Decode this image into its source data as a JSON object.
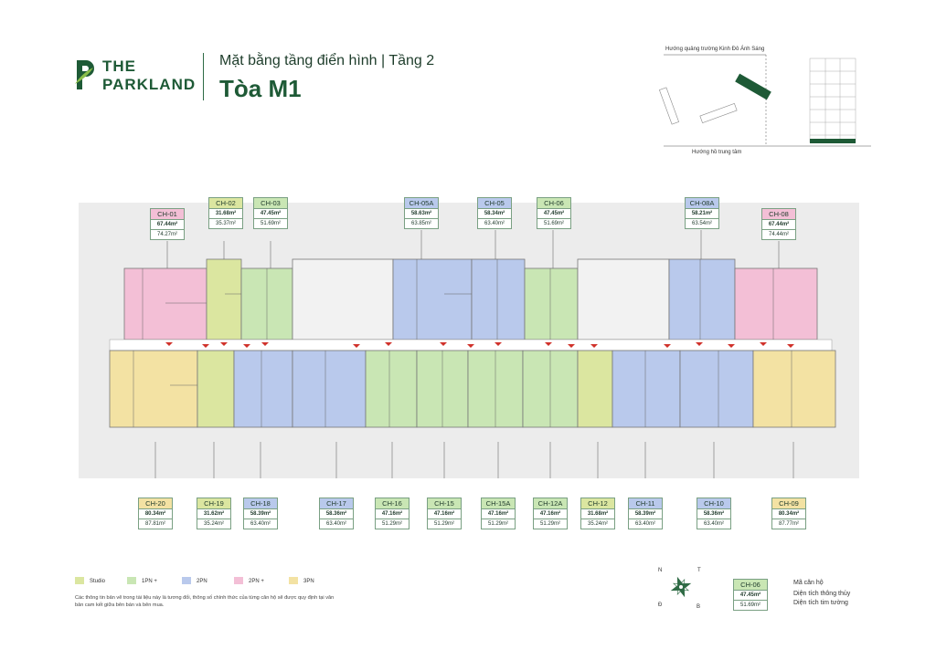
{
  "header": {
    "logo_line1": "THE",
    "logo_line2": "PARKLAND",
    "subtitle": "Mặt bằng tầng điển hình | Tầng 2",
    "title": "Tòa M1"
  },
  "keyplan": {
    "top_label": "Hướng quảng trường Kinh Đô Ánh Sáng",
    "bottom_label": "Hướng hồ trung tâm"
  },
  "colors": {
    "studio": "#dbe6a0",
    "1pn": "#c9e6b4",
    "2pn": "#b9c9ec",
    "2pn_plus": "#f3bfd6",
    "3pn": "#f3e2a3",
    "brand": "#1e5a36"
  },
  "units_top": [
    {
      "code": "CH-01",
      "area1": "67.44m²",
      "area2": "74.27m²",
      "type": "2pnp"
    },
    {
      "code": "CH-02",
      "area1": "31.68m²",
      "area2": "35.37m²",
      "type": "studio"
    },
    {
      "code": "CH-03",
      "area1": "47.45m²",
      "area2": "51.69m²",
      "type": "1pn"
    },
    {
      "code": "CH-05A",
      "area1": "58.63m²",
      "area2": "63.85m²",
      "type": "2pn"
    },
    {
      "code": "CH-05",
      "area1": "58.34m²",
      "area2": "63.40m²",
      "type": "2pn"
    },
    {
      "code": "CH-06",
      "area1": "47.45m²",
      "area2": "51.69m²",
      "type": "1pn"
    },
    {
      "code": "CH-08A",
      "area1": "58.21m²",
      "area2": "63.54m²",
      "type": "2pn"
    },
    {
      "code": "CH-08",
      "area1": "67.44m²",
      "area2": "74.44m²",
      "type": "2pnp"
    }
  ],
  "units_bottom": [
    {
      "code": "CH-20",
      "area1": "80.34m²",
      "area2": "87.81m²",
      "type": "3pn"
    },
    {
      "code": "CH-19",
      "area1": "31.62m²",
      "area2": "35.24m²",
      "type": "studio"
    },
    {
      "code": "CH-18",
      "area1": "58.39m²",
      "area2": "63.40m²",
      "type": "2pn"
    },
    {
      "code": "CH-17",
      "area1": "58.36m²",
      "area2": "63.40m²",
      "type": "2pn"
    },
    {
      "code": "CH-16",
      "area1": "47.16m²",
      "area2": "51.29m²",
      "type": "1pn"
    },
    {
      "code": "CH-15",
      "area1": "47.16m²",
      "area2": "51.29m²",
      "type": "1pn"
    },
    {
      "code": "CH-15A",
      "area1": "47.16m²",
      "area2": "51.29m²",
      "type": "1pn"
    },
    {
      "code": "CH-12A",
      "area1": "47.16m²",
      "area2": "51.29m²",
      "type": "1pn"
    },
    {
      "code": "CH-12",
      "area1": "31.68m²",
      "area2": "35.24m²",
      "type": "studio"
    },
    {
      "code": "CH-11",
      "area1": "58.39m²",
      "area2": "63.40m²",
      "type": "2pn"
    },
    {
      "code": "CH-10",
      "area1": "58.36m²",
      "area2": "63.40m²",
      "type": "2pn"
    },
    {
      "code": "CH-09",
      "area1": "80.34m²",
      "area2": "87.77m²",
      "type": "3pn"
    }
  ],
  "legend": [
    {
      "label": "Studio",
      "type": "studio"
    },
    {
      "label": "1PN +",
      "type": "1pn"
    },
    {
      "label": "2PN",
      "type": "2pn"
    },
    {
      "label": "2PN +",
      "type": "2pnp"
    },
    {
      "label": "3PN",
      "type": "3pn"
    }
  ],
  "note": "Các thông tin bản vẽ trong tài liệu này là tương đối, thông số chính thức của từng căn hộ sẽ được quy định tại văn bản cam kết giữa bên bán và bên mua.",
  "key": {
    "code": "CH-06",
    "area1": "47.45m²",
    "area2": "51.69m²",
    "label_code": "Mã căn hộ",
    "label_area1": "Diện tích thông thủy",
    "label_area2": "Diện tích tim tường"
  },
  "compass": {
    "n": "N",
    "t": "T",
    "b": "B",
    "d": "Đ"
  }
}
